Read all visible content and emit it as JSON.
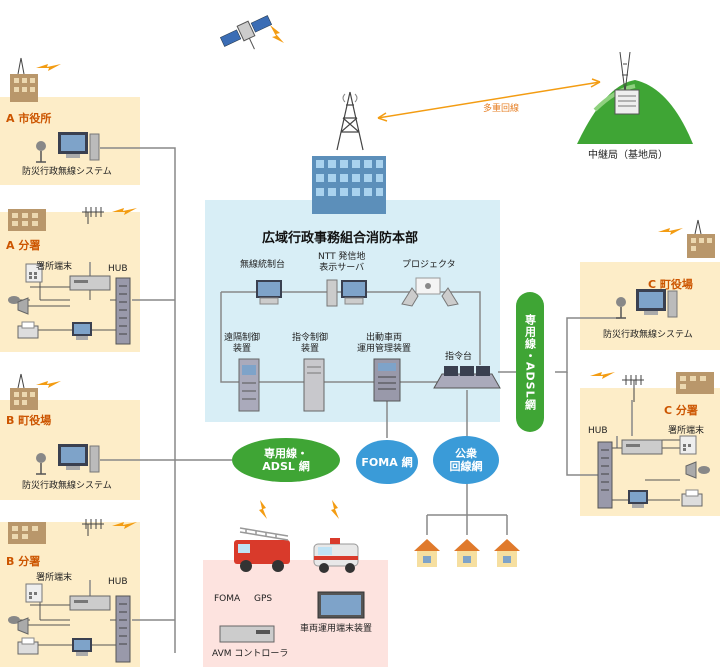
{
  "sites": {
    "a_city_hall": {
      "name": "A 市役所",
      "system": "防災行政無線システム"
    },
    "a_branch": {
      "name": "A 分署",
      "terminal": "署所端末",
      "hub": "HUB"
    },
    "b_town_hall": {
      "name": "B 町役場",
      "system": "防災行政無線システム"
    },
    "b_branch": {
      "name": "B 分署",
      "terminal": "署所端末",
      "hub": "HUB"
    },
    "c_town_hall": {
      "name": "C 町役場",
      "system": "防災行政無線システム"
    },
    "c_branch": {
      "name": "C 分署",
      "terminal": "署所端末",
      "hub": "HUB"
    }
  },
  "hq": {
    "title": "広域行政事務組合消防本部",
    "radio_console": "無線統制台",
    "ntt_server": "NTT 発信地\n表示サーバ",
    "projector": "プロジェクタ",
    "remote_control": "遠隔制御\n装置",
    "command_control": "指令制御\n装置",
    "vehicle_mgmt": "出動車両\n運用管理装置",
    "command_desk": "指令台"
  },
  "relay": {
    "link": "多重回線",
    "station": "中継局（基地局）"
  },
  "networks": {
    "leased_left": "専用線・\nADSL 網",
    "foma": "FOMA 網",
    "public": "公衆\n回線網",
    "leased_right": "専用線・ADSL網"
  },
  "vehicle": {
    "foma": "FOMA",
    "gps": "GPS",
    "avm": "AVM コントローラ",
    "terminal": "車両運用端末装置"
  },
  "colors": {
    "site_bg": "#fdedc8",
    "hq_bg": "#d8eef6",
    "vehicle_bg": "#fde3df",
    "network_green": "#3fa535",
    "network_blue": "#3a9bd8",
    "site_label": "#cc5500"
  }
}
